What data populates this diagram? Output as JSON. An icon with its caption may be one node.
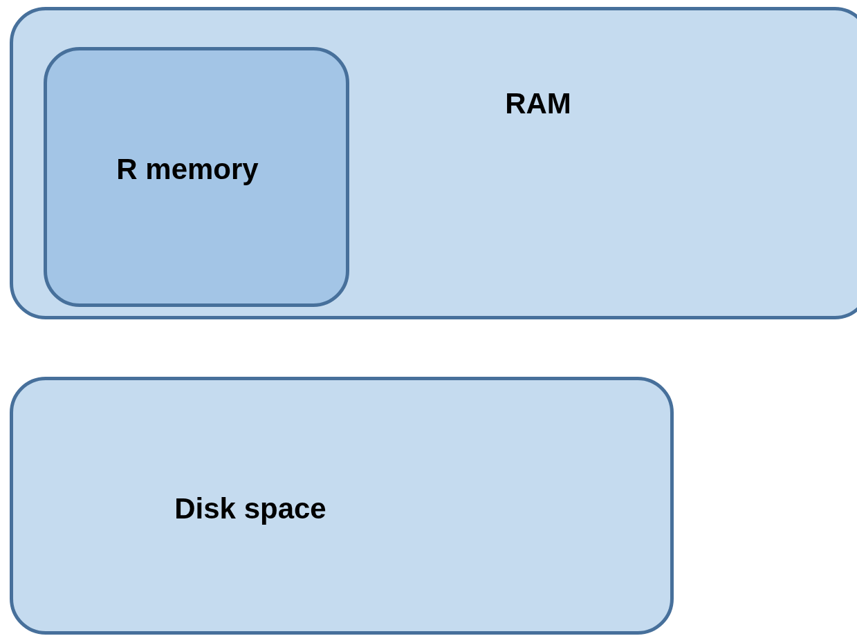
{
  "diagram": {
    "nodes": [
      {
        "text": [
          "RAM"
        ]
      },
      {
        "text": [
          "R memory"
        ],
        "in": 0
      },
      {
        "text": [
          "Disk space"
        ]
      }
    ]
  }
}
